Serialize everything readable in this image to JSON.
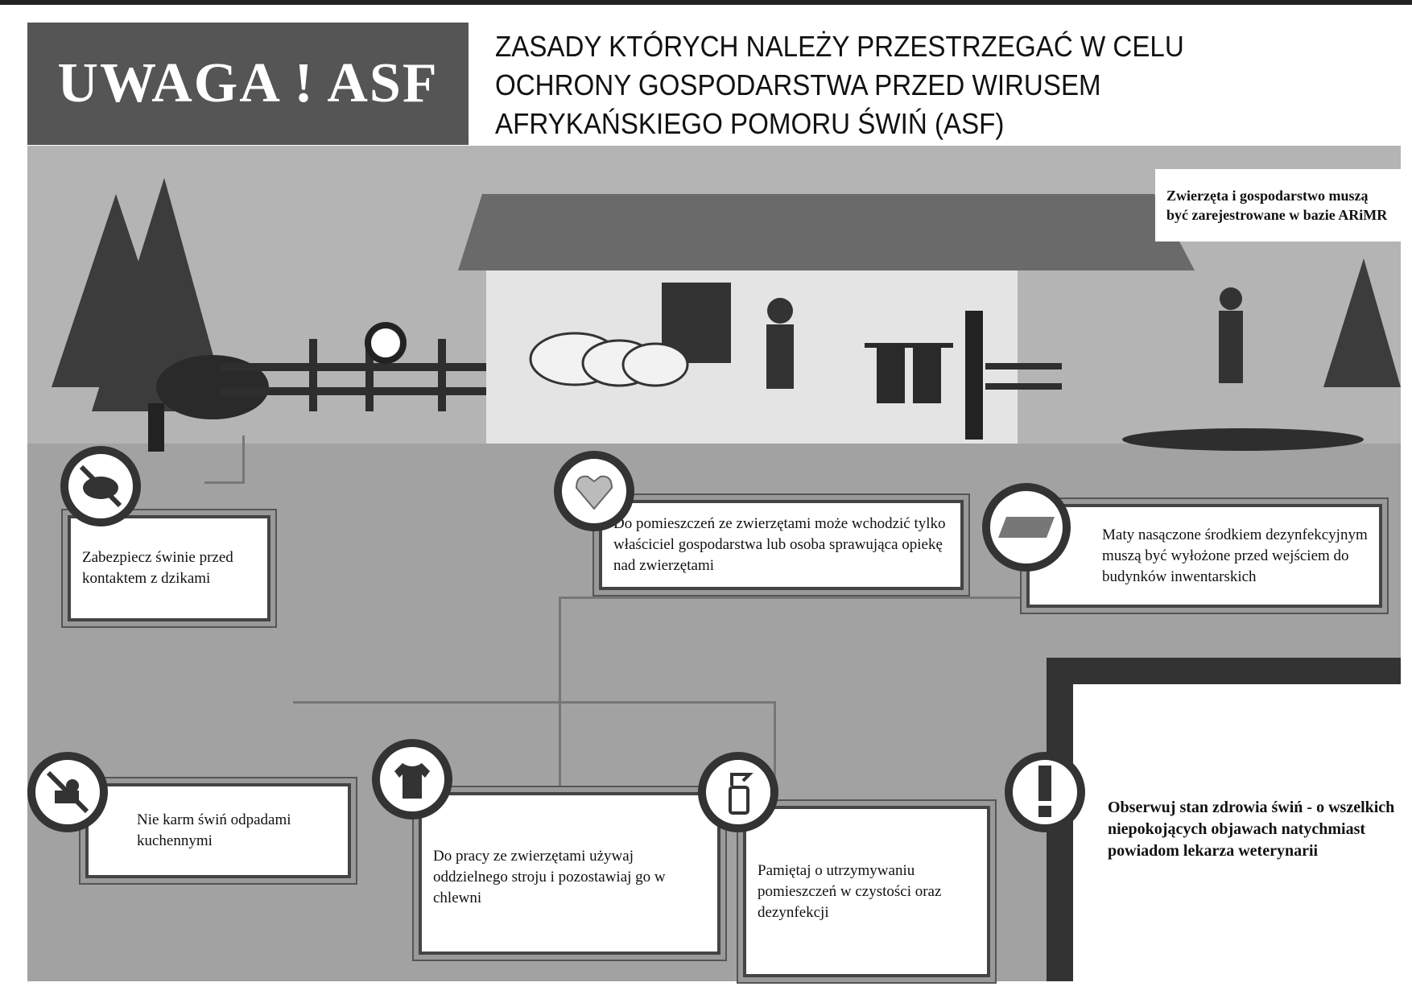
{
  "header": {
    "badge": "UWAGA ! ASF",
    "title": "ZASADY KTÓRYCH NALEŻY PRZESTRZEGAĆ W CELU OCHRONY GOSPODARSTWA PRZED WIRUSEM AFRYKAŃSKIEGO POMORU ŚWIŃ (ASF)"
  },
  "rules": {
    "registration": "Zwierzęta i gospodarstwo muszą być zarejestrowane w bazie ARiMR",
    "wild_boars": "Zabezpiecz świnie przed kontaktem z dzikami",
    "access": "Do pomieszczeń ze zwierzętami może wchodzić tylko właściciel gospodarstwa lub osoba sprawująca opiekę nad zwierzętami",
    "mats": "Maty nasączone środkiem dezynfekcyjnym muszą być wyłożone przed wejściem do budynków inwentarskich",
    "kitchen_waste": "Nie karm świń odpadami kuchennymi",
    "clothing": "Do pracy ze zwierzętami używaj oddzielnego stroju i pozostawiaj go w chlewni",
    "cleanliness": "Pamiętaj o utrzymywaniu pomieszczeń w czystości oraz dezynfekcji",
    "health": "Obserwuj stan zdrowia świń - o wszelkich niepokojących objawach natychmiast powiadom lekarza weterynarii"
  }
}
